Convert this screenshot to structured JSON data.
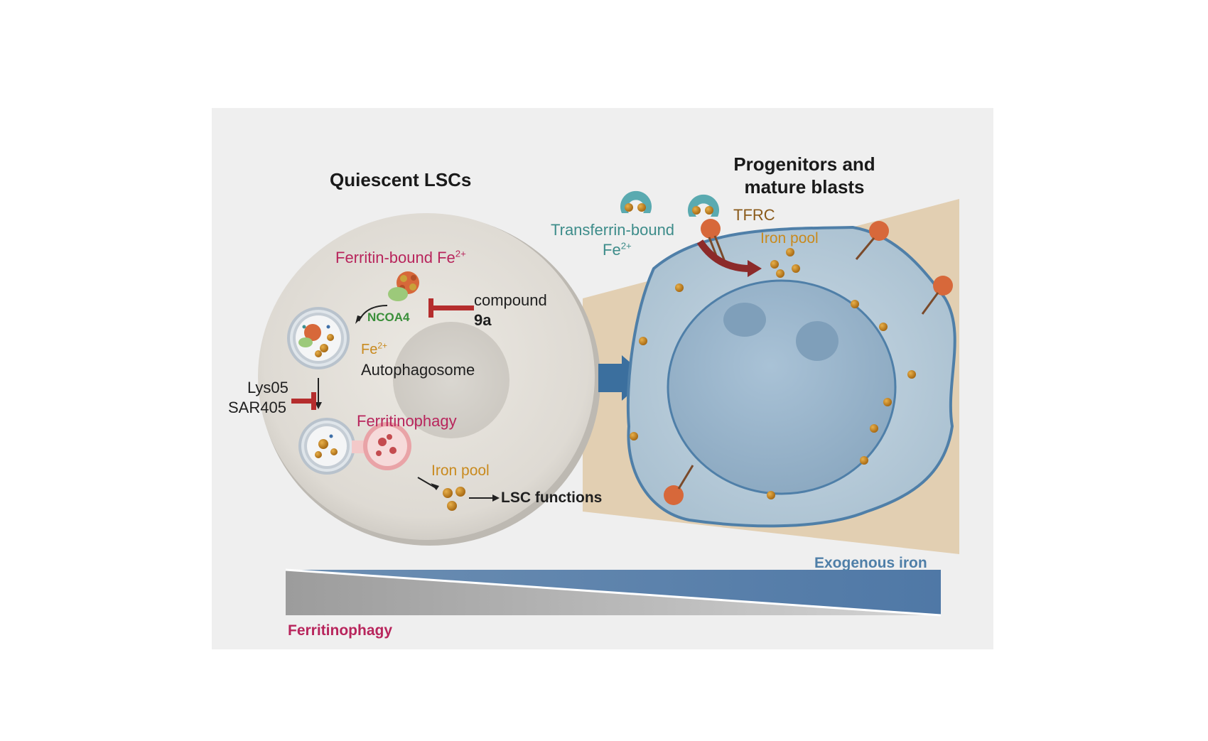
{
  "left_cell": {
    "title": "Quiescent LSCs",
    "ferritin_label": "Ferritin-bound Fe",
    "ferritin_sup": "2+",
    "ncoa4": "NCOA4",
    "compound_line1": "compound",
    "compound_line2": "9a",
    "fe_label": "Fe",
    "fe_sup": "2+",
    "autophagosome": "Autophagosome",
    "inhibitor1": "Lys05",
    "inhibitor2": "SAR405",
    "ferritinophagy": "Ferritinophagy",
    "iron_pool": "Iron pool",
    "lsc_functions": "LSC functions"
  },
  "right_cell": {
    "title_line1": "Progenitors and",
    "title_line2": "mature blasts",
    "transferrin_line1": "Transferrin-bound",
    "transferrin_line2": "Fe",
    "transferrin_sup": "2+",
    "tfrc": "TFRC",
    "iron_pool": "Iron pool"
  },
  "gradient_bar": {
    "top_label": "Exogenous iron",
    "bottom_label": "Ferritinophagy"
  },
  "colors": {
    "background": "#efefef",
    "lsc_cell": "#dcd9d2",
    "blast_cell": "#b7cad8",
    "blast_border": "#4f7fa8",
    "magenta": "#b8255c",
    "iron": "#c98a1e",
    "inhibitor": "#b52d2d",
    "ncoa4": "#3a8f3a",
    "transferrin": "#5aaab0"
  }
}
